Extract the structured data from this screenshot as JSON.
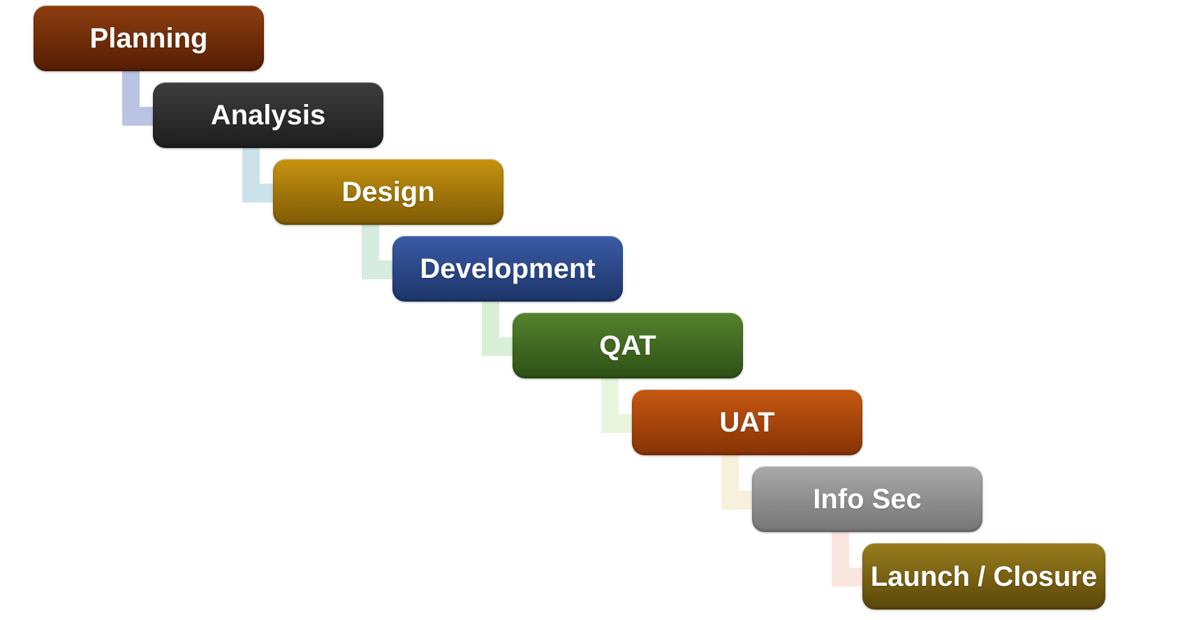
{
  "diagram": {
    "type": "step-down-process",
    "background": "#FFFFFF",
    "text_color": "#FFFFFF",
    "steps": [
      {
        "label": "Planning",
        "fill_top": "#8E3E10",
        "fill_bottom": "#541D04"
      },
      {
        "label": "Analysis",
        "fill_top": "#3D3D3D",
        "fill_bottom": "#1E1E1E"
      },
      {
        "label": "Design",
        "fill_top": "#C79310",
        "fill_bottom": "#7D5A03"
      },
      {
        "label": "Development",
        "fill_top": "#3A5BA6",
        "fill_bottom": "#1C3468"
      },
      {
        "label": "QAT",
        "fill_top": "#55822D",
        "fill_bottom": "#2D5016"
      },
      {
        "label": "UAT",
        "fill_top": "#C65812",
        "fill_bottom": "#873205"
      },
      {
        "label": "Info Sec",
        "fill_top": "#A9A9A9",
        "fill_bottom": "#757575"
      },
      {
        "label": "Launch / Closure",
        "fill_top": "#987C1C",
        "fill_bottom": "#5A470A"
      }
    ],
    "connectors": [
      {
        "from": "Planning",
        "to": "Analysis",
        "color": "#B9C3E2"
      },
      {
        "from": "Analysis",
        "to": "Design",
        "color": "#CCE2EB"
      },
      {
        "from": "Design",
        "to": "Development",
        "color": "#D5ECDF"
      },
      {
        "from": "Development",
        "to": "QAT",
        "color": "#D9F0D7"
      },
      {
        "from": "QAT",
        "to": "UAT",
        "color": "#E9F4DC"
      },
      {
        "from": "UAT",
        "to": "Info Sec",
        "color": "#F7F0DA"
      },
      {
        "from": "Info Sec",
        "to": "Launch / Closure",
        "color": "#FBE6DF"
      }
    ]
  }
}
